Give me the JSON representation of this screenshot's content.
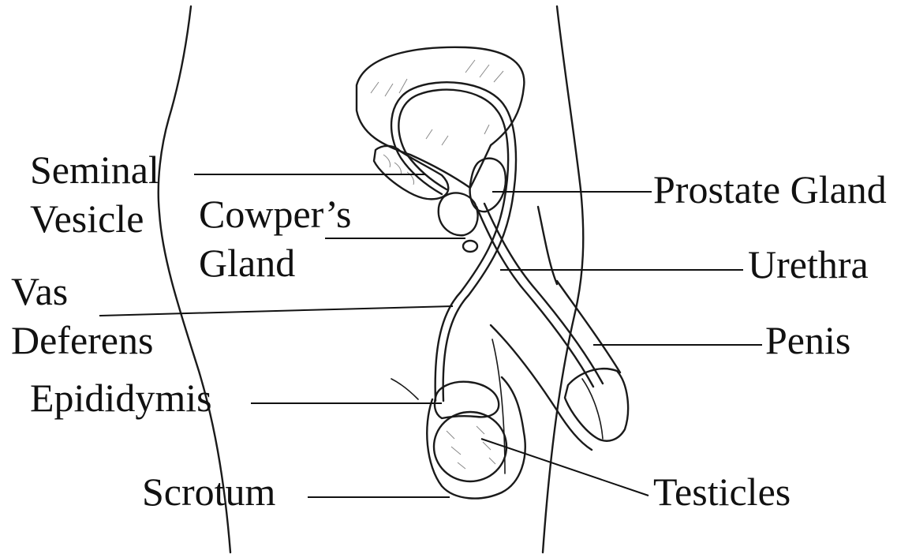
{
  "labels": {
    "seminal_vesicle_line1": "Seminal",
    "seminal_vesicle_line2": "Vesicle",
    "cowpers_gland_line1": "Cowper’s",
    "cowpers_gland_line2": "Gland",
    "vas_deferens_line1": "Vas",
    "vas_deferens_line2": "Deferens",
    "epididymis": "Epididymis",
    "scrotum": "Scrotum",
    "prostate_gland": "Prostate Gland",
    "urethra": "Urethra",
    "penis": "Penis",
    "testicles": "Testicles"
  }
}
